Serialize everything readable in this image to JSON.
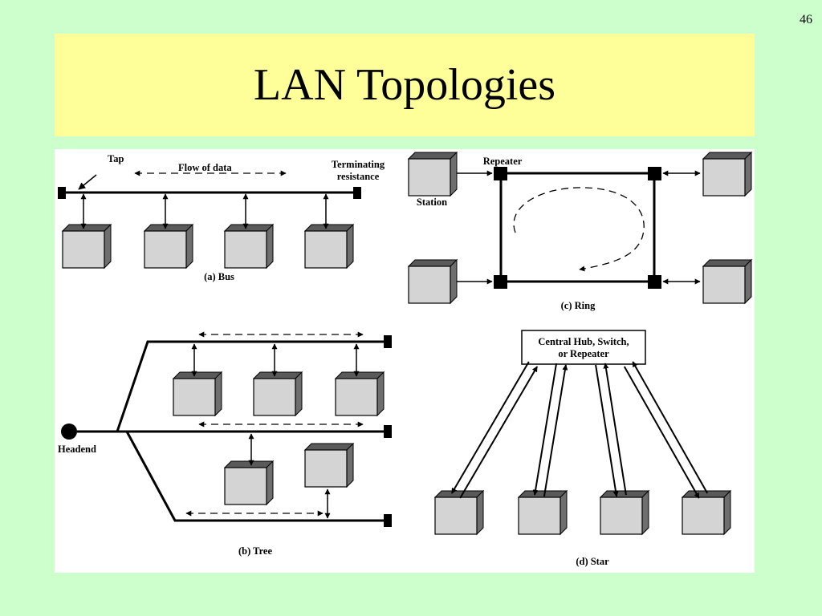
{
  "slide": {
    "number": "46",
    "title": "LAN Topologies"
  },
  "bus": {
    "tap_label": "Tap",
    "flow_label": "Flow of data",
    "terminating_label_line1": "Terminating",
    "terminating_label_line2": "resistance",
    "caption": "(a) Bus"
  },
  "ring": {
    "repeater_label": "Repeater",
    "station_label": "Station",
    "caption": "(c) Ring"
  },
  "tree": {
    "headend_label": "Headend",
    "caption": "(b) Tree"
  },
  "star": {
    "hub_label_line1": "Central Hub, Switch,",
    "hub_label_line2": "or Repeater",
    "caption": "(d) Star"
  },
  "colors": {
    "background": "#ccffcc",
    "title_box": "#ffff99",
    "diagram_bg": "#ffffff",
    "station_front": "#d4d4d4",
    "station_top": "#5a5a5a",
    "station_side": "#6e6e6e"
  }
}
